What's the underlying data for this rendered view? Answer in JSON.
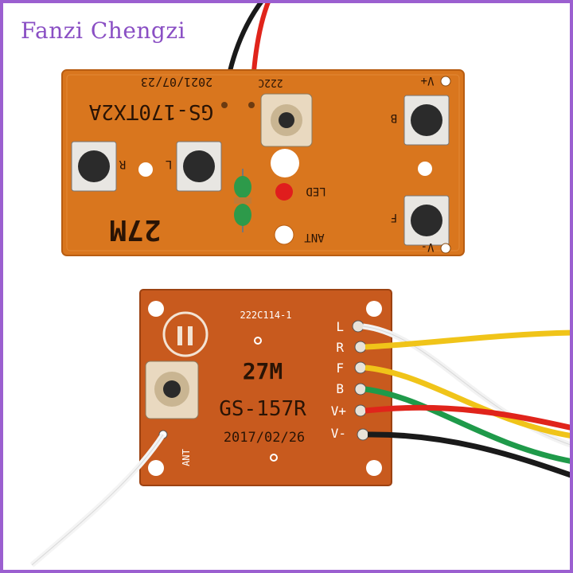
{
  "brand": {
    "watermark": "Fanzi Chengzi",
    "frame_color": "#9b5fd0",
    "text_color": "#8a4fc4"
  },
  "transmitter_board": {
    "model": "GS-170TX2A",
    "date": "2021/07/23",
    "code": "222C",
    "frequency": "27M",
    "labels": {
      "button_r": "R",
      "button_l": "L",
      "button_b": "B",
      "button_f": "F",
      "vplus": "V+",
      "vminus": "V-",
      "led": "LED",
      "ant": "ANT"
    },
    "board_color": "#d9761e"
  },
  "receiver_board": {
    "model": "GS-157R",
    "code": "222C114-1",
    "frequency": "27M",
    "date": "2017/02/26",
    "ant": "ANT",
    "pins": [
      "L",
      "R",
      "F",
      "B",
      "V+",
      "V-"
    ],
    "board_color": "#c85a1e"
  },
  "wire_colors": {
    "white": "#f2f2f2",
    "yellow": "#f0c419",
    "green": "#1f9a4a",
    "red": "#e0241b",
    "black": "#1a1a1a"
  }
}
